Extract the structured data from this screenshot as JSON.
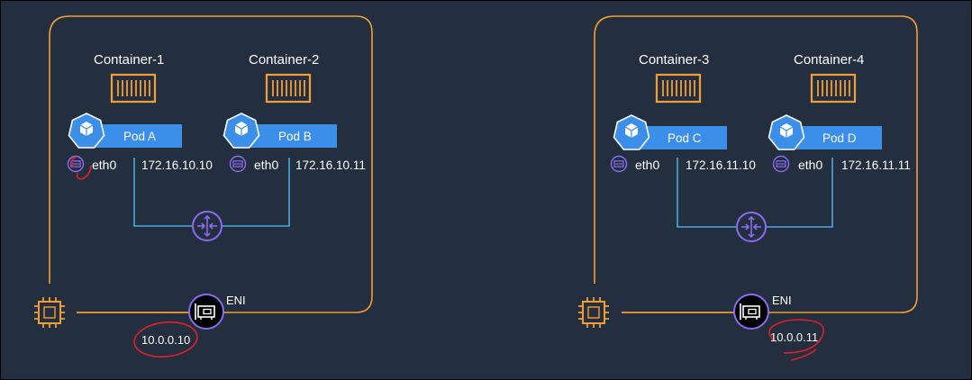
{
  "nodes": [
    {
      "containers": [
        {
          "name": "Container-1"
        },
        {
          "name": "Container-2"
        }
      ],
      "pods": [
        {
          "name": "Pod A",
          "pod_icon_label": "pod",
          "iface": "eth0",
          "ip": "172.16.10.10"
        },
        {
          "name": "Pod B",
          "pod_icon_label": "pod",
          "iface": "eth0",
          "ip": "172.16.10.11"
        }
      ],
      "eni": {
        "label": "ENI",
        "ip": "10.0.0.10"
      }
    },
    {
      "containers": [
        {
          "name": "Container-3"
        },
        {
          "name": "Container-4"
        }
      ],
      "pods": [
        {
          "name": "Pod C",
          "pod_icon_label": "pod",
          "iface": "eth0",
          "ip": "172.16.11.10"
        },
        {
          "name": "Pod D",
          "pod_icon_label": "pod",
          "iface": "eth0",
          "ip": "172.16.11.11"
        }
      ],
      "eni": {
        "label": "ENI",
        "ip": "10.0.0.11"
      }
    }
  ],
  "colors": {
    "background": "#232f3e",
    "node_border": "#f29e38",
    "pod_bar": "#3b8fe8",
    "k8s_badge": "#3b8fe8",
    "link_line": "#4aa8e0",
    "router": "#8a6cf0",
    "annotation": "#e0202a"
  },
  "icons": [
    "container-icon",
    "kubernetes-pod-icon",
    "network-interface-icon",
    "router-icon",
    "ec2-instance-chip-icon",
    "eni-icon"
  ]
}
